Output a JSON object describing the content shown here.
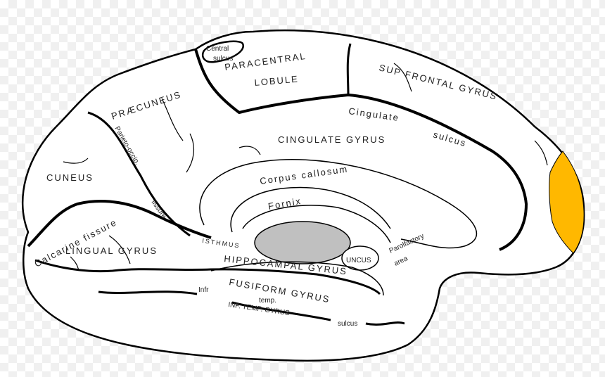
{
  "labels": {
    "central_sulcus_1": "Central",
    "central_sulcus_2": "sulcus",
    "paracentral_1": "PARACENTRAL",
    "paracentral_2": "LOBULE",
    "sup_frontal": "SUP  FRONTAL  GYRUS",
    "cingulate_sulcus_1": "Cingulate",
    "cingulate_sulcus_2": "sulcus",
    "cingulate_gyrus": "CINGULATE GYRUS",
    "praecuneus": "PRÆCUNEUS",
    "parieto_occip": "Parieto-occip.",
    "fissure": "fissure",
    "cuneus": "CUNEUS",
    "corpus_callosum": "Corpus callosum",
    "fornix": "Fornix",
    "calcarine": "Calcarine fissure",
    "isthmus": "ISTHMUS",
    "lingual": "LINGUAL GYRUS",
    "uncus": "UNCUS",
    "parolfactory_1": "Parolfactory",
    "parolfactory_2": "area",
    "hippocampal": "HIPPOCAMPAL GYRUS",
    "fusiform": "FUSIFORM GYRUS",
    "infr": "Infr",
    "temp": "temp.",
    "inf_temp": "INF. TEMP. GYRUS",
    "sulcus": "sulcus"
  },
  "colors": {
    "outline": "#000000",
    "fill": "#ffffff",
    "highlight": "#FFB800",
    "thalamus": "#c0c0c0"
  }
}
